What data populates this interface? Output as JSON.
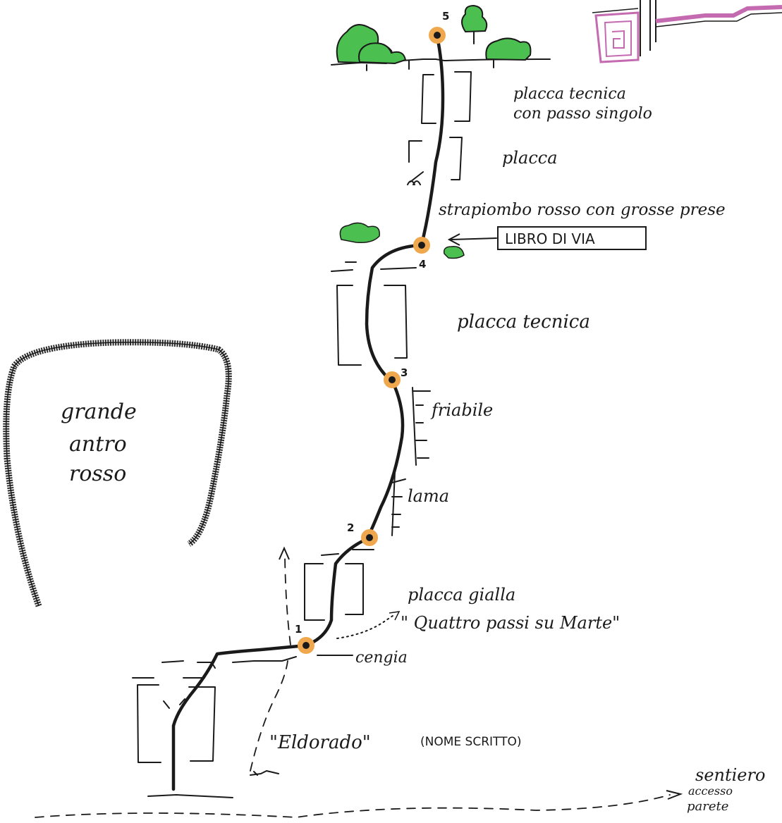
{
  "colors": {
    "ink": "#1a1a1a",
    "belay_halo": "#f0a84e",
    "vegetation": "#4bbf4f",
    "building": "#c46ab0",
    "cave_outline": "#2b2b2b"
  },
  "cave": {
    "label_line1": "grande",
    "label_line2": "antro",
    "label_line3": "rosso"
  },
  "belays": [
    {
      "number": "1",
      "label": "belay-1"
    },
    {
      "number": "2",
      "label": "belay-2"
    },
    {
      "number": "3",
      "label": "belay-3"
    },
    {
      "number": "4",
      "label": "belay-4"
    },
    {
      "number": "5",
      "label": "belay-5"
    }
  ],
  "pitch_labels": {
    "p5_line1": "placca tecnica",
    "p5_line2": "con passo singolo",
    "p5_mid": "placca",
    "p5_top": "strapiombo rosso con grosse prese",
    "p4": "placca tecnica",
    "p3_upper": "friabile",
    "p3_lower": "lama",
    "p2_line1": "placca gialla",
    "p2_line2": "\" Quattro passi su Marte\"",
    "ledge": "cengia",
    "start_route": "\"Eldorado\"",
    "start_route_note": "(NOME SCRITTO)"
  },
  "libro": {
    "label": "LIBRO DI VIA"
  },
  "path": {
    "line1": "sentiero",
    "line2": "accesso",
    "line3": "parete"
  }
}
